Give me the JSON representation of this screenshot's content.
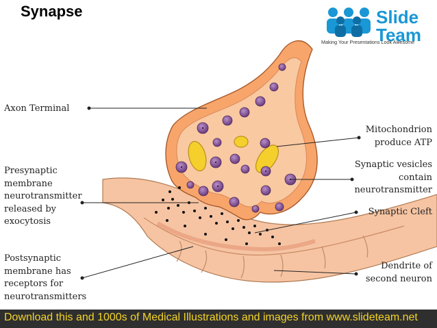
{
  "title": "Synapse",
  "logo": {
    "brand_line1": "Slide",
    "brand_line2": "Team",
    "tagline": "Making Your Presentations Look Awesome"
  },
  "labels": {
    "axon_terminal": "Axon Terminal",
    "presynaptic": [
      "Presynaptic",
      "membrane",
      "neurotransmitter",
      "released by",
      "exocytosis"
    ],
    "postsynaptic": [
      "Postsynaptic",
      "membrane has",
      "receptors for",
      "neurotransmitters"
    ],
    "mitochondrion": [
      "Mitochondrion",
      "produce ATP"
    ],
    "synaptic_vesicles": [
      "Synaptic vesicles",
      "contain",
      "neurotransmitter"
    ],
    "synaptic_cleft": "Synaptic Cleft",
    "dendrite": [
      "Dendrite of",
      "second neuron"
    ]
  },
  "footer": "Download this and 1000s of Medical Illustrations and images from www.slideteam.net",
  "colors": {
    "terminal_outer": "#f7a56b",
    "terminal_inner": "#f9c9a1",
    "dendrite": "#f6c4a3",
    "vesicle": "#7b4a8a",
    "mitochondrion": "#f5cf2c",
    "footer_bg": "#2f2f2f",
    "footer_text": "#f4d428",
    "brand": "#1a97d5"
  }
}
